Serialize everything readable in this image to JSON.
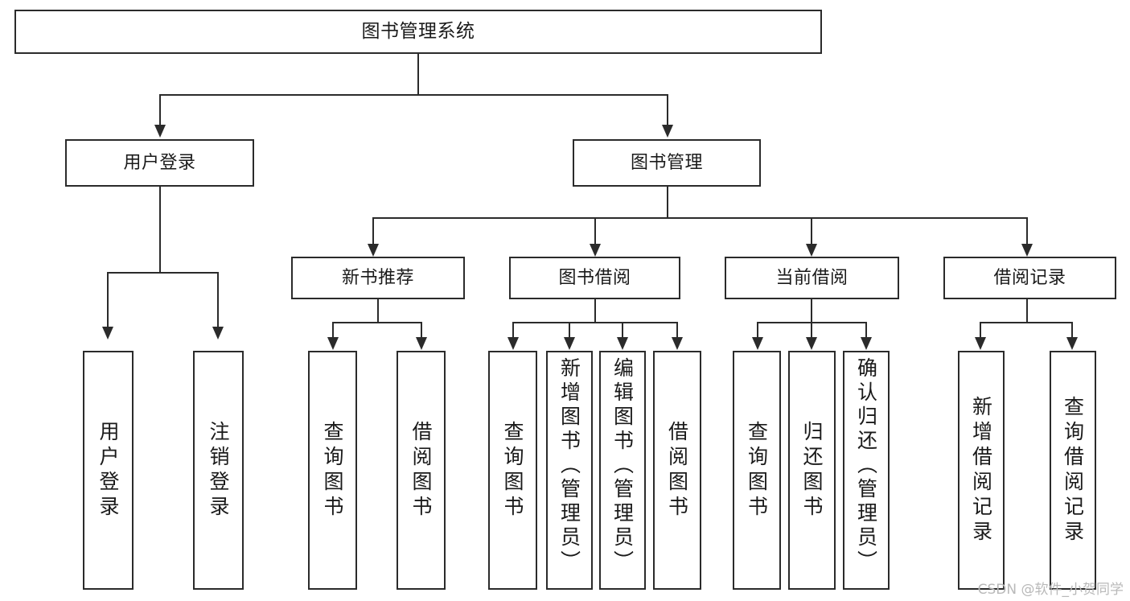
{
  "diagram": {
    "title": "图书管理系统",
    "watermark": "CSDN @软件_小贺同学",
    "root": {
      "label": "图书管理系统"
    },
    "level2": [
      {
        "label": "用户登录"
      },
      {
        "label": "图书管理"
      }
    ],
    "level3": [
      {
        "label": "新书推荐"
      },
      {
        "label": "图书借阅"
      },
      {
        "label": "当前借阅"
      },
      {
        "label": "借阅记录"
      }
    ],
    "leaves": {
      "user_login": [
        {
          "label": "用户登录"
        },
        {
          "label": "注销登录"
        }
      ],
      "new_book": [
        {
          "label": "查询图书"
        },
        {
          "label": "借阅图书"
        }
      ],
      "book_borrow": [
        {
          "label": "查询图书"
        },
        {
          "label": "新增图书（管理员）"
        },
        {
          "label": "编辑图书（管理员）"
        },
        {
          "label": "借阅图书"
        }
      ],
      "current_borrow": [
        {
          "label": "查询图书"
        },
        {
          "label": "归还图书"
        },
        {
          "label": "确认归还（管理员）"
        }
      ],
      "borrow_record": [
        {
          "label": "新增借阅记录"
        },
        {
          "label": "查询借阅记录"
        }
      ]
    }
  },
  "colors": {
    "stroke": "#2b2b2b",
    "text": "#1a1a1a",
    "background": "#ffffff",
    "watermark": "#b9b9b9"
  }
}
